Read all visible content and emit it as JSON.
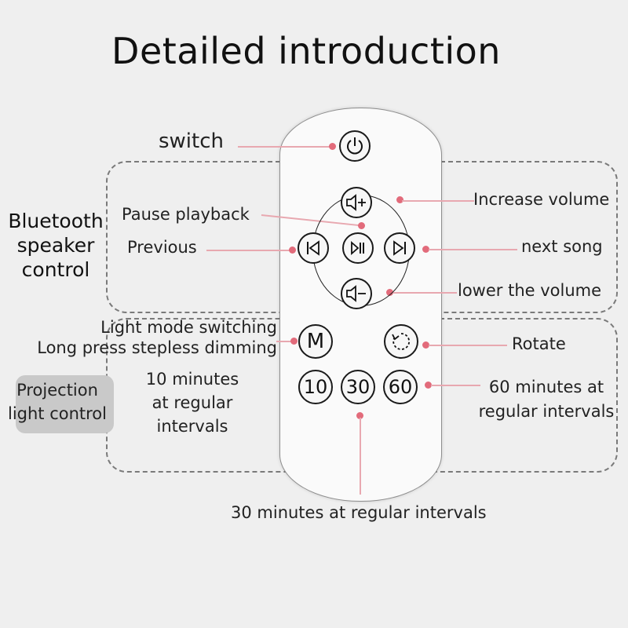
{
  "title": "Detailed introduction",
  "labels": {
    "switch": "switch",
    "pause_playback": "Pause playback",
    "previous": "Previous",
    "increase_volume": "Increase volume",
    "next_song": "next song",
    "lower_volume": "lower the volume",
    "light_mode_1": "Light mode switching",
    "light_mode_2": "Long press stepless dimming",
    "rotate": "Rotate",
    "ten_1": "10 minutes",
    "ten_2": "at regular",
    "ten_3": "intervals",
    "sixty_1": "60 minutes at",
    "sixty_2": "regular intervals",
    "thirty": "30 minutes at regular intervals"
  },
  "sections": {
    "bluetooth_1": "Bluetooth",
    "bluetooth_2": "speaker",
    "bluetooth_3": "control",
    "projection_1": "Projection",
    "projection_2": "light control"
  },
  "buttons": {
    "mode": "M",
    "t10": "10",
    "t30": "30",
    "t60": "60"
  },
  "colors": {
    "leader_line": "#e8a8b0",
    "leader_dot": "#e26b7b"
  }
}
